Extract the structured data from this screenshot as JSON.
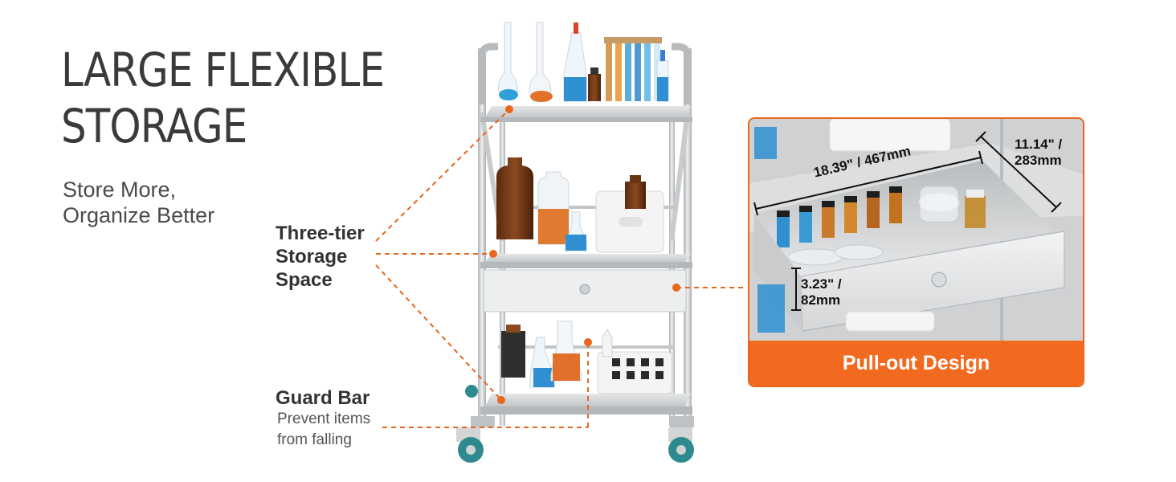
{
  "headline": {
    "line1": "LARGE FLEXIBLE",
    "line2": "STORAGE"
  },
  "subheadline": {
    "line1": "Store More,",
    "line2": "Organize Better"
  },
  "callouts": {
    "three_tier": {
      "line1": "Three-tier",
      "line2": "Storage",
      "line3": "Space"
    },
    "guard_bar": {
      "title": "Guard Bar",
      "desc_line1": "Prevent items",
      "desc_line2": "from falling"
    }
  },
  "detail_panel": {
    "banner": "Pull-out Design",
    "width_dim": "18.39\" / 467mm",
    "depth_dim_line1": "11.14\" /",
    "depth_dim_line2": "283mm",
    "height_dim_line1": "3.23\" /",
    "height_dim_line2": "82mm"
  },
  "colors": {
    "accent": "#f26a1f",
    "text_dark": "#3a3a3a",
    "steel": "#c9cbcd",
    "wheel": "#2f8a8f"
  }
}
